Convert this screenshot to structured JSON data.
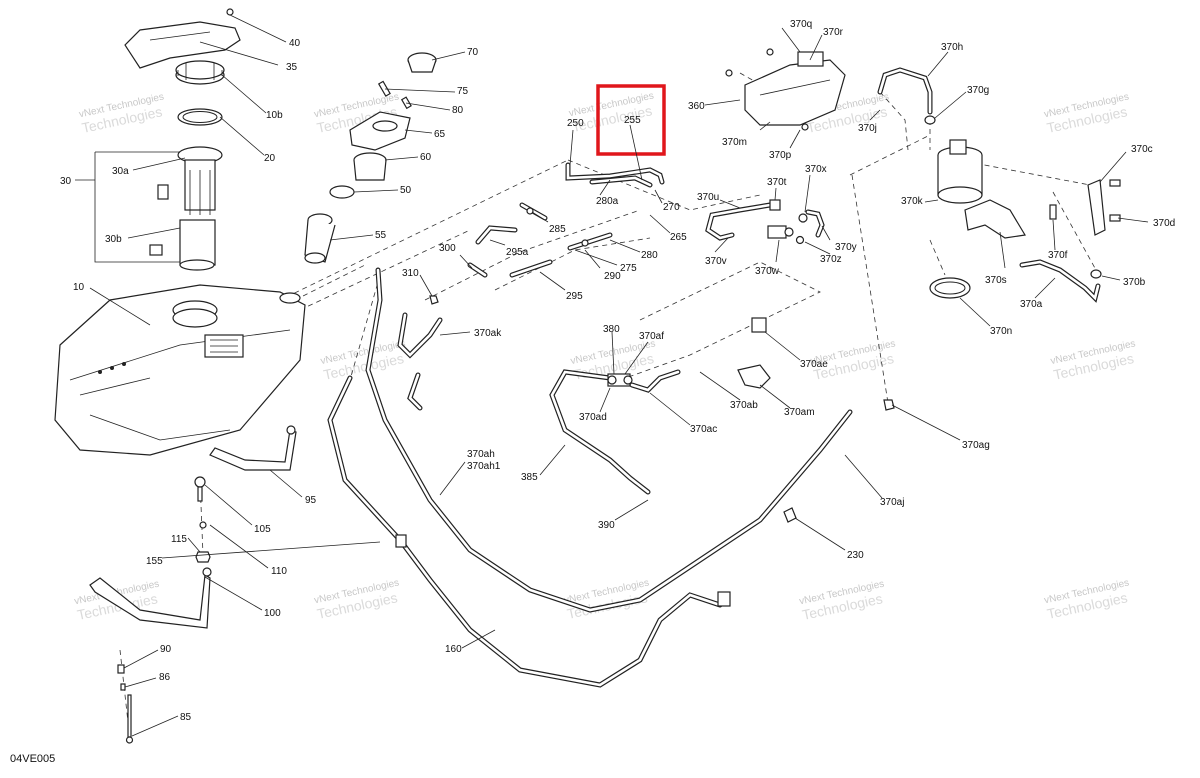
{
  "drawing_code": "04VE005",
  "watermark": {
    "line1": "vNext Technologies",
    "line2": "Technologies"
  },
  "callouts": {
    "c40": "40",
    "c35": "35",
    "c10b": "10b",
    "c20": "20",
    "c30": "30",
    "c30a": "30a",
    "c30b": "30b",
    "c10": "10",
    "c70": "70",
    "c75": "75",
    "c80": "80",
    "c65": "65",
    "c60": "60",
    "c50": "50",
    "c55": "55",
    "c250": "250",
    "c255": "255",
    "c280a": "280a",
    "c270": "270",
    "c285": "285",
    "c265": "265",
    "c295a": "295a",
    "c280": "280",
    "c300": "300",
    "c290": "290",
    "c275": "275",
    "c310": "310",
    "c295": "295",
    "c370ak": "370ak",
    "c360": "360",
    "c370q": "370q",
    "c370r": "370r",
    "c370m": "370m",
    "c370p": "370p",
    "c370j": "370j",
    "c370h": "370h",
    "c370g": "370g",
    "c370c": "370c",
    "c370k": "370k",
    "c370t": "370t",
    "c370x": "370x",
    "c370u": "370u",
    "c370v": "370v",
    "c370w": "370w",
    "c370y": "370y",
    "c370z": "370z",
    "c370d": "370d",
    "c370f": "370f",
    "c370s": "370s",
    "c370b": "370b",
    "c370a": "370a",
    "c370n": "370n",
    "c380": "380",
    "c370af": "370af",
    "c370ad": "370ad",
    "c370ae": "370ae",
    "c370ab": "370ab",
    "c370am": "370am",
    "c370ac": "370ac",
    "c385": "385",
    "c370ag": "370ag",
    "c370ah": "370ah",
    "c370ah1": "370ah1",
    "c390": "390",
    "c370aj": "370aj",
    "c230": "230",
    "c95": "95",
    "c105": "105",
    "c115": "115",
    "c110": "110",
    "c155": "155",
    "c160": "160",
    "c100": "100",
    "c90": "90",
    "c86": "86",
    "c85": "85"
  },
  "highlight_color": "#e0161b"
}
